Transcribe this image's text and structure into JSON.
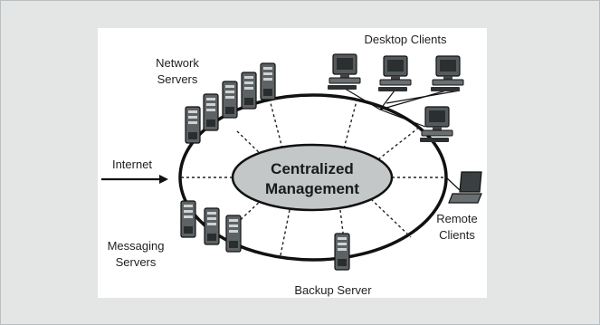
{
  "diagram": {
    "labels": {
      "desktop_clients": "Desktop Clients",
      "network_servers_1": "Network",
      "network_servers_2": "Servers",
      "internet": "Internet",
      "core_1": "Centralized",
      "core_2": "Management",
      "remote_clients_1": "Remote",
      "remote_clients_2": "Clients",
      "messaging_servers_1": "Messaging",
      "messaging_servers_2": "Servers",
      "backup_server": "Backup Server"
    },
    "colors": {
      "background": "#e4e6e6",
      "panel": "#ffffff",
      "core_fill": "#c3c7c8",
      "line": "#111111"
    }
  }
}
